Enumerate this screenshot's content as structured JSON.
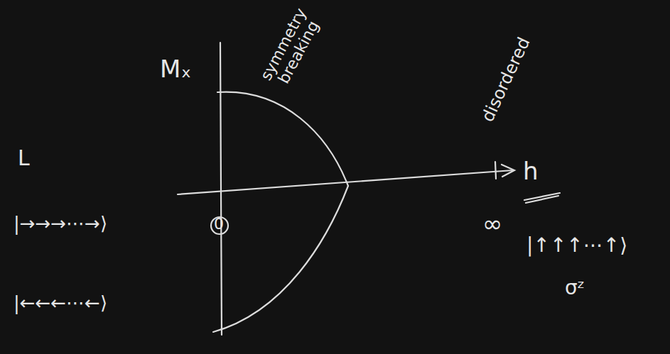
{
  "diagram": {
    "labels": [
      "Mₓ",
      "symmetry breaking",
      "disordered",
      "h",
      "L",
      "0",
      "|→→→⋯→⟩",
      "|←←←⋯←⟩",
      "∞",
      "|↑↑↑⋯↑⟩",
      "σᶻ"
    ]
  }
}
